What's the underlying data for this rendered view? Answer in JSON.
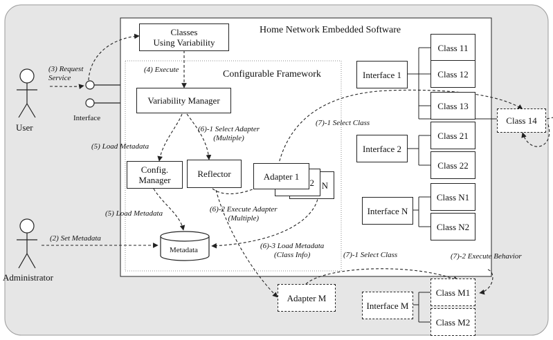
{
  "title": "Home Network Embedded Software",
  "framework_title": "Configurable Framework",
  "boxes": {
    "classes_using_variability": "Classes\nUsing Variability",
    "variability_manager": "Variability Manager",
    "config_manager": "Config.\nManager",
    "reflector": "Reflector",
    "adapter_1": "Adapter 1",
    "adapter_2": "2",
    "adapter_n": "N",
    "metadata": "Metadata",
    "adapter_m": "Adapter M",
    "interface_1": "Interface 1",
    "interface_2": "Interface 2",
    "interface_n": "Interface N",
    "interface_m": "Interface M",
    "class_11": "Class 11",
    "class_12": "Class 12",
    "class_13": "Class 13",
    "class_14": "Class 14",
    "class_21": "Class 21",
    "class_22": "Class 22",
    "class_n1": "Class N1",
    "class_n2": "Class N2",
    "class_m1": "Class M1",
    "class_m2": "Class M2"
  },
  "actors": {
    "user": "User",
    "administrator": "Administrator",
    "interface": "Interface"
  },
  "labels": {
    "request_service": "(3) Request\nService",
    "execute": "(4) Execute",
    "select_adapter": "(6)-1 Select Adapter\n(Multiple)",
    "load_metadata_top": "(5) Load Metadata",
    "select_class_top": "(7)-1 Select Class",
    "load_metadata_bottom": "(5) Load Metadata",
    "execute_adapter": "(6)-2 Execute Adapter\n(Multiple)",
    "set_metadata": "(2) Set Metadata",
    "load_metadata_class": "(6)-3 Load Metadata\n(Class Info)",
    "select_class_bottom": "(7)-1 Select Class",
    "execute_behavior": "(7)-2 Execute Behavior"
  }
}
